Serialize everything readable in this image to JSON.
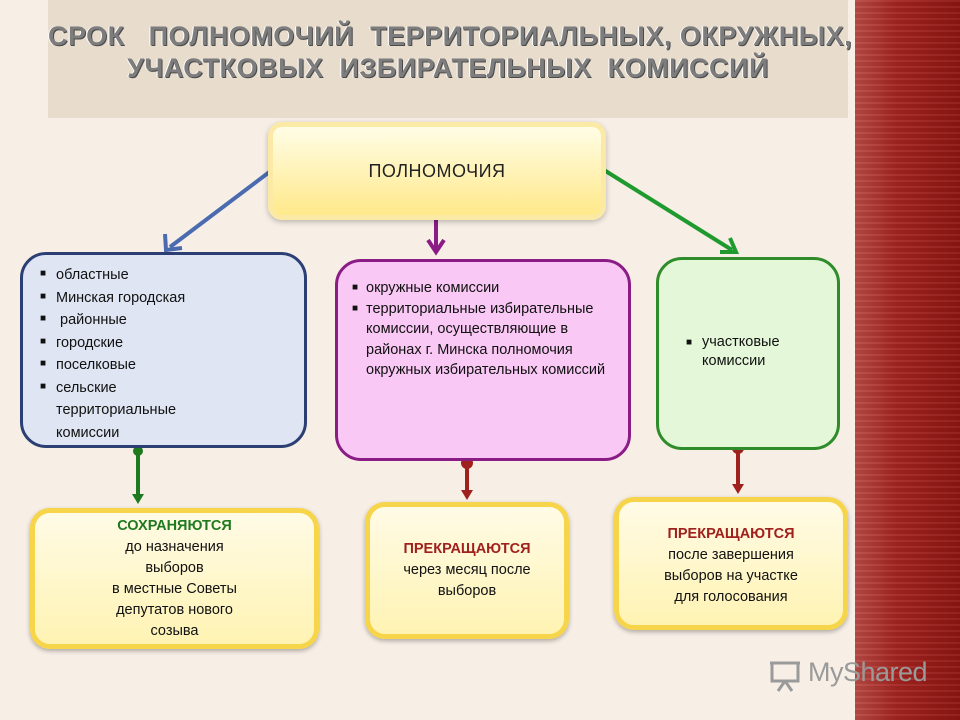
{
  "title": {
    "line1": "СРОК   ПОЛНОМОЧИЙ  ТЕРРИТОРИАЛЬНЫХ, ОКРУЖНЫХ,",
    "line2": "УЧАСТКОВЫХ  ИЗБИРАТЕЛЬНЫХ  КОМИССИЙ"
  },
  "center": {
    "label": "ПОЛНОМОЧИЯ"
  },
  "groups": {
    "left": [
      "областные",
      "Минская городская",
      " районные",
      "городские",
      "поселковые",
      "сельские территориальные комиссии"
    ],
    "middle": [
      "окружные комиссии",
      "территориальные избирательные комиссии, осуществляющие в районах г. Минска полномочия окружных избирательных комиссий"
    ],
    "right": [
      "участковые комиссии"
    ]
  },
  "results": {
    "left": {
      "head": "СОХРАНЯЮТСЯ",
      "lines": [
        "до назначения",
        "выборов",
        "в местные Советы",
        "депутатов нового",
        "созыва"
      ]
    },
    "middle": {
      "head": "ПРЕКРАЩАЮТСЯ",
      "lines": [
        "через месяц после",
        "выборов"
      ]
    },
    "right": {
      "head": "ПРЕКРАЩАЮТСЯ",
      "lines": [
        "после завершения",
        "выборов на участке",
        "для голосования"
      ]
    }
  },
  "bullet_glyph": "■",
  "watermark": "MyShared",
  "colors": {
    "background": "#f7efe6",
    "right_band": "#a3241f",
    "arrow_blue": "#4a6bb0",
    "arrow_purple": "#8b1c86",
    "arrow_green": "#1f9a2f",
    "connector_green": "#1f7a1f",
    "connector_red": "#a0201d"
  }
}
